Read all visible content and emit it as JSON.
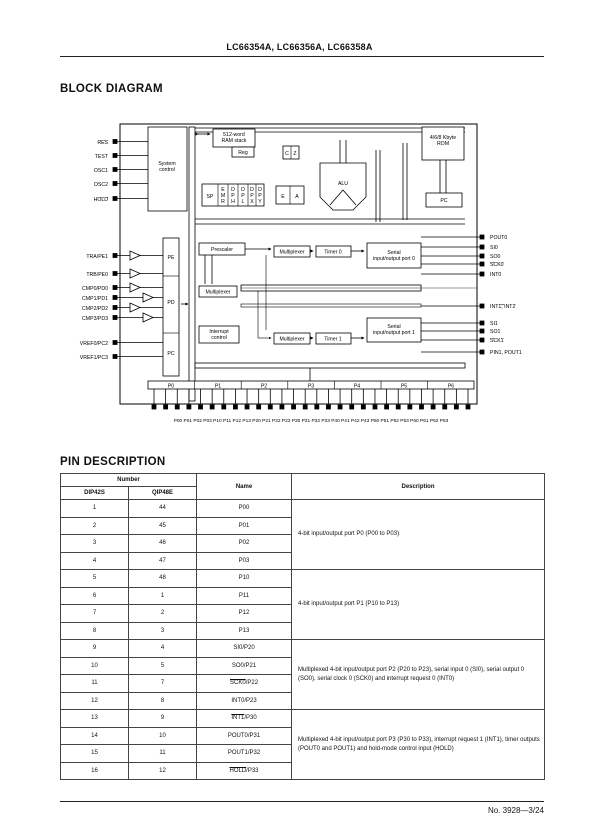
{
  "header": {
    "title": "LC66354A, LC66356A, LC66358A"
  },
  "block_diagram": {
    "section_title": "BLOCK DIAGRAM",
    "left_pins": {
      "res": "RES",
      "test": "TEST",
      "osc1": "OSC1",
      "osc2": "OSC2",
      "hold": "HOLD",
      "tra_pe1": "TRA/PE1",
      "trb_pe0": "TRB/PE0",
      "cmp0_pd0": "CMP0/PD0",
      "cmp1_pd1": "CMP1/PD1",
      "cmp2_pd2": "CMP2/PD2",
      "cmp3_pd3": "CMP3/PD3",
      "vref0_pc2": "VREF0/PC2",
      "vref1_pc3": "VREF1/PC3"
    },
    "right_pins": {
      "pout0": "POUT0",
      "si0": "SI0",
      "so0": "SO0",
      "sck0": "SCK0",
      "int0": "INT0",
      "int1_int2": "INT1, INT2",
      "si1": "SI1",
      "so1": "SO1",
      "sck1": "SCK1",
      "pin1_pout1": "PIN1, POUT1"
    },
    "blocks": {
      "system_control": [
        "System",
        "control"
      ],
      "stack": [
        "512-word",
        "RAM stack"
      ],
      "reg": "Reg",
      "cz": [
        "C",
        "Z"
      ],
      "rom": [
        "4/6/8 Kbyte",
        "ROM"
      ],
      "alu": "ALU",
      "pc": "PC",
      "sp": "SP",
      "e_a": [
        "E",
        "A"
      ],
      "reg_cols": [
        [
          "E",
          "M",
          "R"
        ],
        [
          "D",
          "P",
          "H"
        ],
        [
          "D",
          "P",
          "L"
        ],
        [
          "D",
          "P",
          "X"
        ],
        [
          "D",
          "P",
          "Y"
        ]
      ],
      "pe": "PE",
      "pd": "PD",
      "pc_port": "PC",
      "prescaler": "Prescaler",
      "multiplexer_left": "Multiplexer",
      "multiplexer0": "Multiplexer",
      "timer0": "Timer 0",
      "serial0": [
        "Serial",
        "input/output port 0"
      ],
      "interrupt": [
        "Interrupt",
        "control"
      ],
      "multiplexer1": "Multiplexer",
      "timer1": "Timer 1",
      "serial1": [
        "Serial",
        "input/output port 1"
      ]
    },
    "ports": [
      "P0",
      "P1",
      "P2",
      "P3",
      "P4",
      "P5",
      "P6"
    ],
    "bottom_pins": "P00 P01 P02 P03 P10 P11 P12 P13 P20 P21 P22 P23 P30 P31 P32 P33 P40 P41 P42 P43 P50 P51 P52 P53 P60 P61 P62 P63"
  },
  "pin_description": {
    "section_title": "PIN DESCRIPTION",
    "headers": {
      "number": "Number",
      "dip": "DIP42S",
      "qip": "QIP48E",
      "name": "Name",
      "description": "Description"
    },
    "rows": [
      {
        "dip": "1",
        "qip": "44",
        "name": "P00"
      },
      {
        "dip": "2",
        "qip": "45",
        "name": "P01"
      },
      {
        "dip": "3",
        "qip": "46",
        "name": "P02"
      },
      {
        "dip": "4",
        "qip": "47",
        "name": "P03"
      },
      {
        "dip": "5",
        "qip": "48",
        "name": "P10"
      },
      {
        "dip": "6",
        "qip": "1",
        "name": "P11"
      },
      {
        "dip": "7",
        "qip": "2",
        "name": "P12"
      },
      {
        "dip": "8",
        "qip": "3",
        "name": "P13"
      },
      {
        "dip": "9",
        "qip": "4",
        "name": "SI0/P20"
      },
      {
        "dip": "10",
        "qip": "5",
        "name": "SO0/P21"
      },
      {
        "dip": "11",
        "qip": "7",
        "name": "SCK0/P22",
        "name_overline": "SCK0",
        "name_rest": "/P22"
      },
      {
        "dip": "12",
        "qip": "8",
        "name": "INT0/P23"
      },
      {
        "dip": "13",
        "qip": "9",
        "name": "INT1/P30",
        "name_overline": "INT1",
        "name_rest": "/P30"
      },
      {
        "dip": "14",
        "qip": "10",
        "name": "POUT0/P31"
      },
      {
        "dip": "15",
        "qip": "11",
        "name": "POUT1/P32"
      },
      {
        "dip": "16",
        "qip": "12",
        "name": "HOLD/P33",
        "name_overline": "HOLD",
        "name_rest": "/P33"
      }
    ],
    "descriptions": {
      "group1": "4-bit input/output port P0 (P00 to P03)",
      "group2": "4-bit input/output port P1 (P10 to P13)",
      "group3": "Multiplexed 4-bit input/output port P2 (P20 to P23), serial input 0 (SI0), serial output 0 (SO0), serial clock 0 (SCK0) and interrupt request 0 (INT0)",
      "group4": "Multiplexed 4-bit input/output port P3 (P30 to P33), interrupt request 1 (INT1), timer outputs (POUT0 and POUT1) and hold-mode control input (HOLD)"
    }
  },
  "footer": {
    "page": "No. 3928—3/24"
  }
}
